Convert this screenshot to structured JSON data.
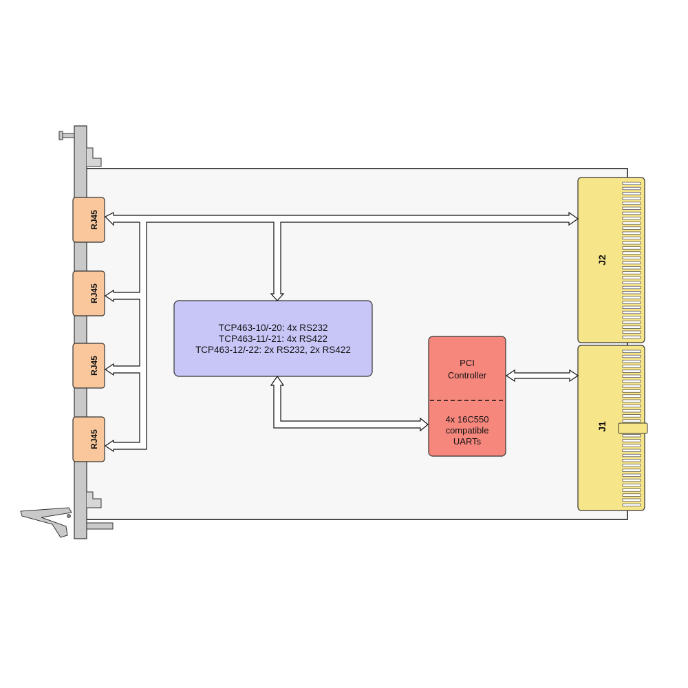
{
  "colors": {
    "board": "#f7f7f7",
    "rj45": "#f9c79b",
    "connector": "#f7e58a",
    "tcp_block": "#c7c6f7",
    "uart_block": "#f5877d",
    "panel": "#c9c9c9"
  },
  "rj45_ports": [
    {
      "label": "RJ45"
    },
    {
      "label": "RJ45"
    },
    {
      "label": "RJ45"
    },
    {
      "label": "RJ45"
    }
  ],
  "connectors": {
    "j2": "J2",
    "j1": "J1"
  },
  "variants_block": {
    "lines": [
      "TCP463-10/-20: 4x RS232",
      "TCP463-11/-21: 4x RS422",
      "TCP463-12/-22: 2x RS232, 2x RS422"
    ]
  },
  "controller_block": {
    "pci_lines": [
      "PCI",
      "Controller"
    ],
    "uart_lines": [
      "4x 16C550",
      "compatible",
      "UARTs"
    ]
  }
}
